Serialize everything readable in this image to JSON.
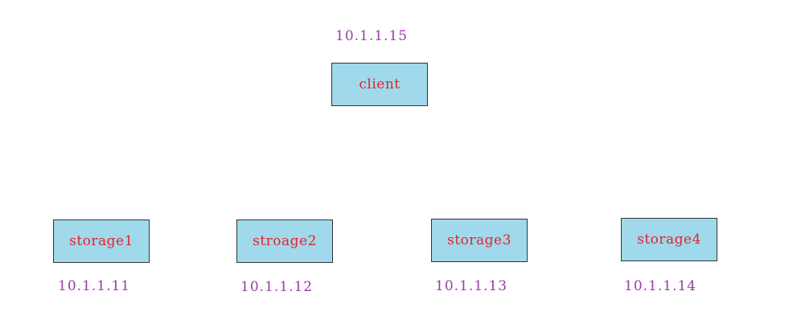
{
  "client": {
    "label": "client",
    "ip": "10.1.1.15"
  },
  "storages": [
    {
      "label": "storage1",
      "ip": "10.1.1.11"
    },
    {
      "label": "stroage2",
      "ip": "10.1.1.12"
    },
    {
      "label": "storage3",
      "ip": "10.1.1.13"
    },
    {
      "label": "storage4",
      "ip": "10.1.1.14"
    }
  ],
  "colors": {
    "box_fill": "#9fd9eb",
    "box_text": "#e8202a",
    "ip_text": "#9b3aa8"
  }
}
